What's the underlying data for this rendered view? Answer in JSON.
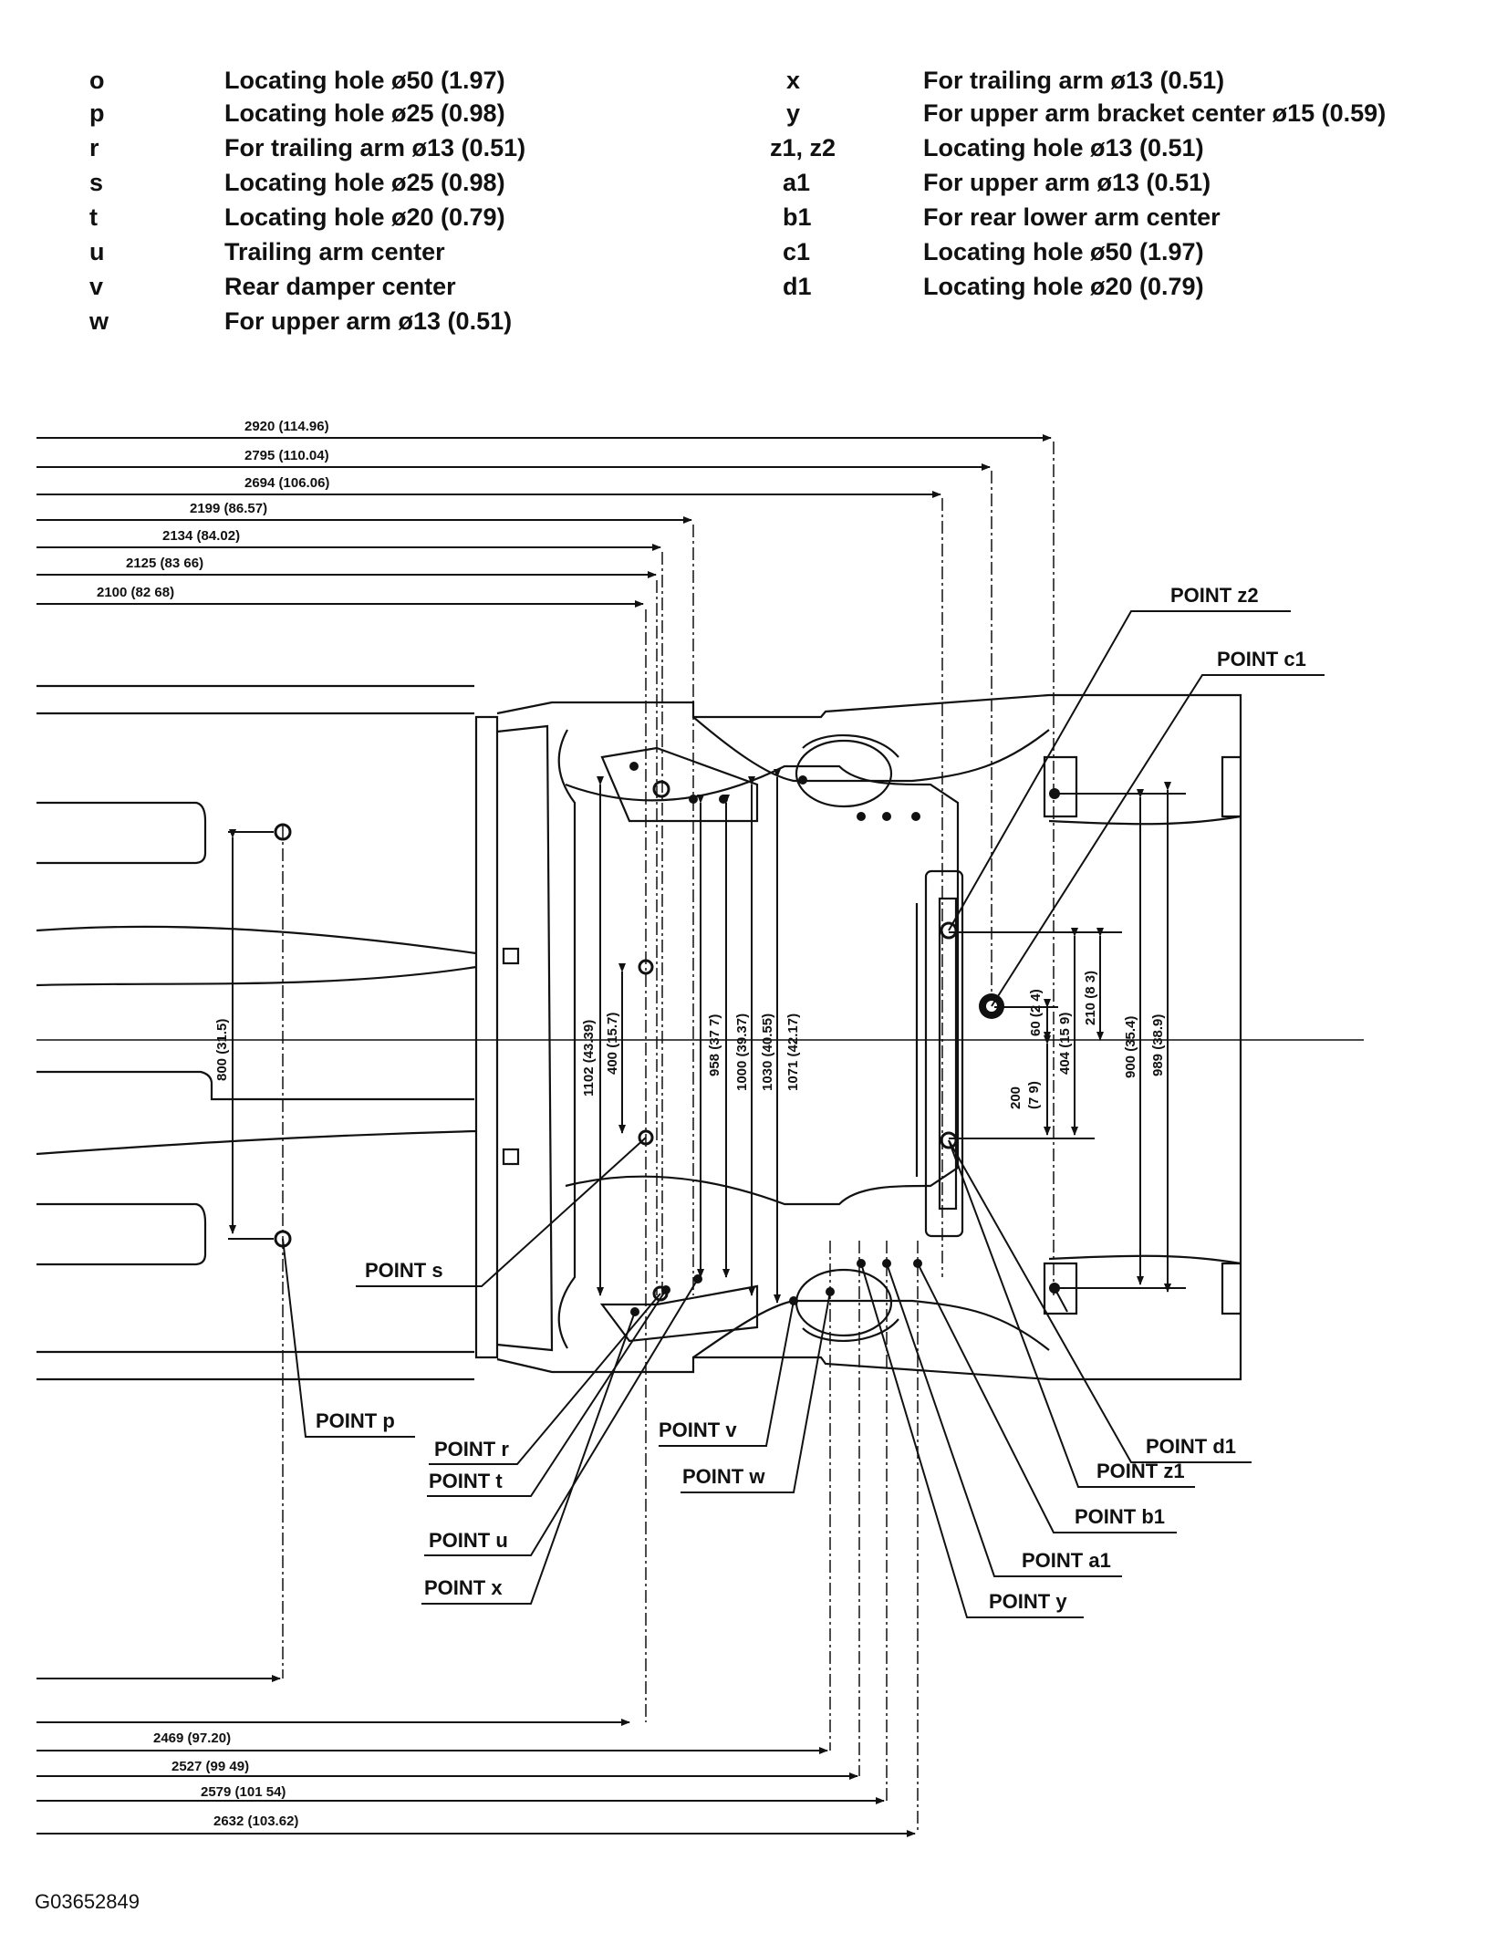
{
  "legend": {
    "left": [
      {
        "key": "o",
        "desc": "Locating hole ø50 (1.97)"
      },
      {
        "key": "p",
        "desc": "Locating hole ø25 (0.98)"
      },
      {
        "key": "r",
        "desc": "For trailing arm ø13 (0.51)"
      },
      {
        "key": "s",
        "desc": "Locating hole ø25 (0.98)"
      },
      {
        "key": "t",
        "desc": "Locating hole ø20 (0.79)"
      },
      {
        "key": "u",
        "desc": "Trailing arm center"
      },
      {
        "key": "v",
        "desc": "Rear damper center"
      },
      {
        "key": "w",
        "desc": "For upper arm ø13 (0.51)"
      }
    ],
    "right": [
      {
        "key": "x",
        "desc": "For trailing arm ø13 (0.51)"
      },
      {
        "key": "y",
        "desc": "For upper arm bracket center ø15 (0.59)"
      },
      {
        "key": "z1, z2",
        "desc": "Locating hole ø13 (0.51)"
      },
      {
        "key": "a1",
        "desc": "For upper arm ø13 (0.51)"
      },
      {
        "key": "b1",
        "desc": "For rear lower arm center"
      },
      {
        "key": "c1",
        "desc": "Locating hole ø50 (1.97)"
      },
      {
        "key": "d1",
        "desc": "Locating hole ø20 (0.79)"
      }
    ]
  },
  "dims_top": [
    "2920 (114.96)",
    "2795 (110.04)",
    "2694 (106.06)",
    "2199 (86.57)",
    "2134 (84.02)",
    "2125 (83 66)",
    "2100 (82 68)"
  ],
  "dims_bottom": [
    "2469 (97.20)",
    "2527 (99 49)",
    "2579 (101 54)",
    "2632 (103.62)"
  ],
  "dims_vertical": {
    "d800": "800 (31.5)",
    "d1102": "1102 (43.39)",
    "d400": "400 (15.7)",
    "d958": "958 (37 7)",
    "d1000": "1000 (39.37)",
    "d1030": "1030 (40.55)",
    "d1071": "1071 (42.17)",
    "d60": "60 (2 4)",
    "d404": "404 (15 9)",
    "d210": "210 (8 3)",
    "d200a": "200",
    "d200b": "(7 9)",
    "d900": "900 (35.4)",
    "d989": "989 (38.9)"
  },
  "points": {
    "z2": "POINT z2",
    "c1": "POINT c1",
    "s": "POINT s",
    "p": "POINT p",
    "r": "POINT r",
    "t": "POINT t",
    "u": "POINT u",
    "x": "POINT x",
    "v": "POINT v",
    "w": "POINT w",
    "d1": "POINT d1",
    "z1": "POINT z1",
    "b1": "POINT b1",
    "a1": "POINT a1",
    "y": "POINT y"
  },
  "figure_code": "G03652849"
}
